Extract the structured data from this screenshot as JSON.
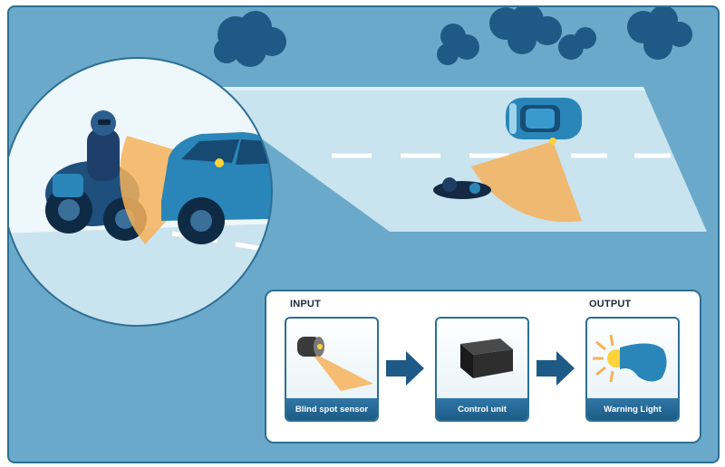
{
  "panel": {
    "input_heading": "INPUT",
    "output_heading": "OUTPUT",
    "steps": [
      {
        "label": "Blind spot sensor",
        "icon": "sensor-icon"
      },
      {
        "label": "Control unit",
        "icon": "control-unit-icon"
      },
      {
        "label": "Warning Light",
        "icon": "warning-light-icon"
      }
    ]
  },
  "colors": {
    "background": "#6aa9c9",
    "road": "#c9e3ef",
    "vehicle": "#2a86b8",
    "sensor_beam": "#f6b25a",
    "caption_bar": "#1e5a86"
  }
}
